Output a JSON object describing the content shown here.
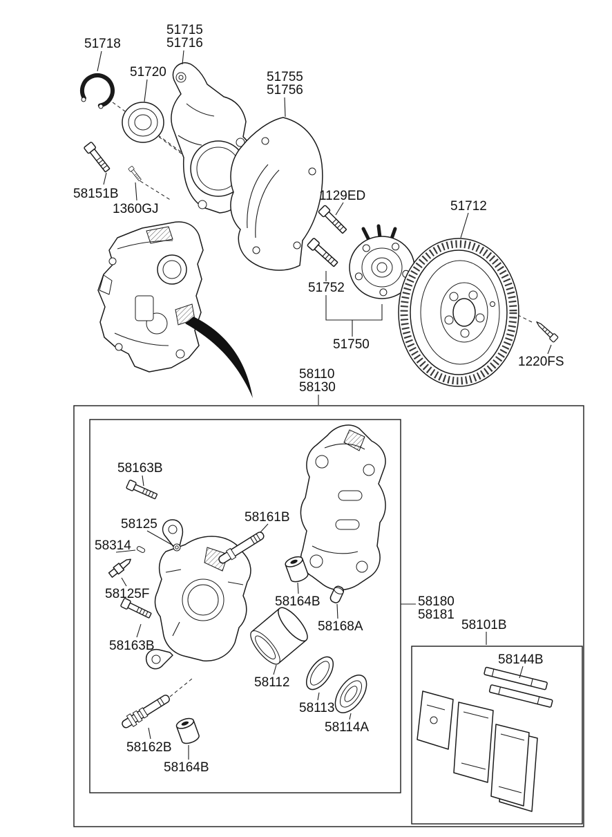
{
  "colors": {
    "ink": "#1a1a1a",
    "background": "#ffffff"
  },
  "labels": {
    "snap_ring_51718": "51718",
    "knuckle_51715": "51715",
    "knuckle_51716": "51716",
    "bearing_51720": "51720",
    "shield_51755": "51755",
    "shield_51756": "51756",
    "bolt_58151b": "58151B",
    "bolt_1360gj": "1360GJ",
    "bolt_1129ed": "1129ED",
    "disc_51712": "51712",
    "bolt_51752": "51752",
    "hub_51750": "51750",
    "screw_1220fs": "1220FS",
    "caliper_assy_58110": "58110",
    "caliper_assy_58130": "58130",
    "bolt_58163b_upper": "58163B",
    "part_58125": "58125",
    "part_58314": "58314",
    "pin_58161b": "58161B",
    "bleeder_58125f": "58125F",
    "bushing_58164b_upper": "58164B",
    "cap_58168a": "58168A",
    "bolt_58163b_lower": "58163B",
    "piston_58112": "58112",
    "seal_58113": "58113",
    "boot_58114a": "58114A",
    "pin_58162b": "58162B",
    "bushing_58164b_lower": "58164B",
    "carrier_58180": "58180",
    "carrier_58181": "58181",
    "pad_kit_58101b": "58101B",
    "retainer_58144b": "58144B"
  }
}
